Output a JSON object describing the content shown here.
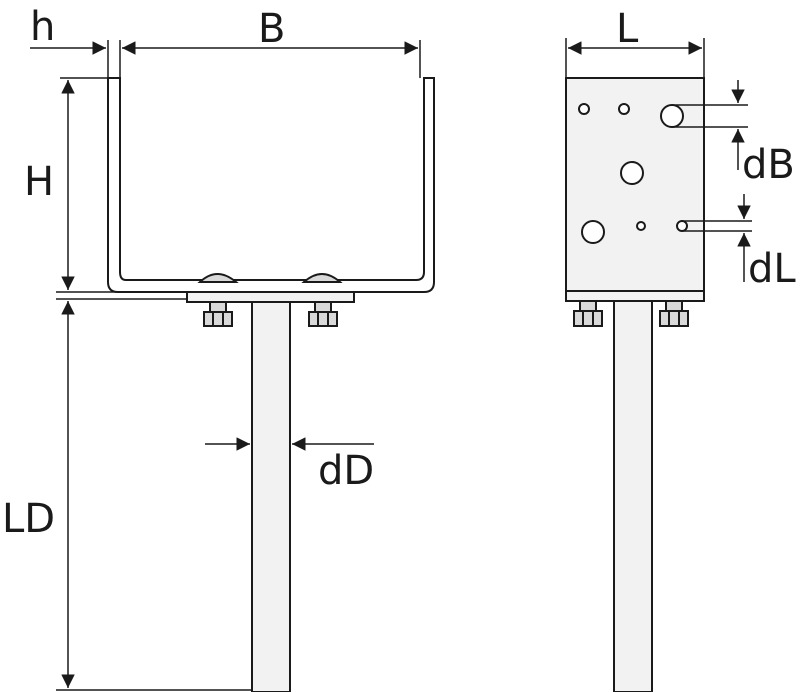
{
  "labels": {
    "h": "h",
    "B": "B",
    "L": "L",
    "H": "H",
    "LD": "LD",
    "dD": "dD",
    "dB": "dB",
    "dL": "dL"
  },
  "colors": {
    "line": "#1a1a1a",
    "metal": "#f2f2f2",
    "nut": "#d9d9d9"
  }
}
